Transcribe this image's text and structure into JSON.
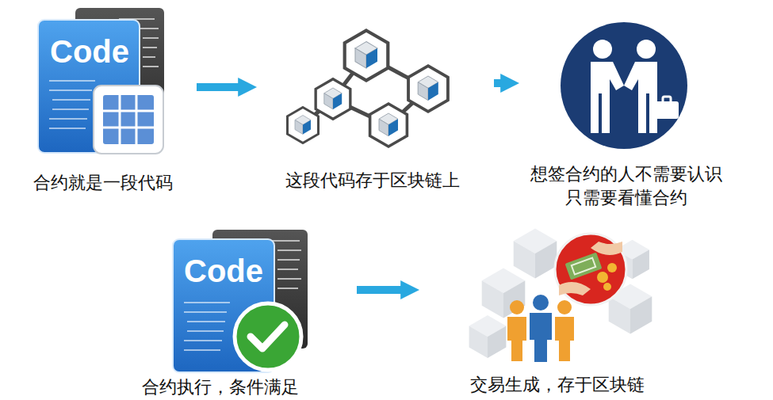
{
  "diagram": {
    "nodes": [
      {
        "text": [
          "Code",
          "合约就是一段代码"
        ]
      },
      {
        "text": [
          "这段代码存于区块链上"
        ]
      },
      {
        "text": [
          "想签合约的人不需要认识 只需要看懂合约"
        ]
      },
      {
        "text": [
          "Code",
          "合约执行，条件满足"
        ]
      },
      {
        "text": [
          "交易生成，存于区块链"
        ]
      }
    ],
    "edges": [
      {
        "from": 0,
        "to": 1,
        "arrow": "to"
      },
      {
        "from": 1,
        "to": 2,
        "arrow": "to"
      },
      {
        "from": 3,
        "to": 4,
        "arrow": "to"
      }
    ]
  }
}
